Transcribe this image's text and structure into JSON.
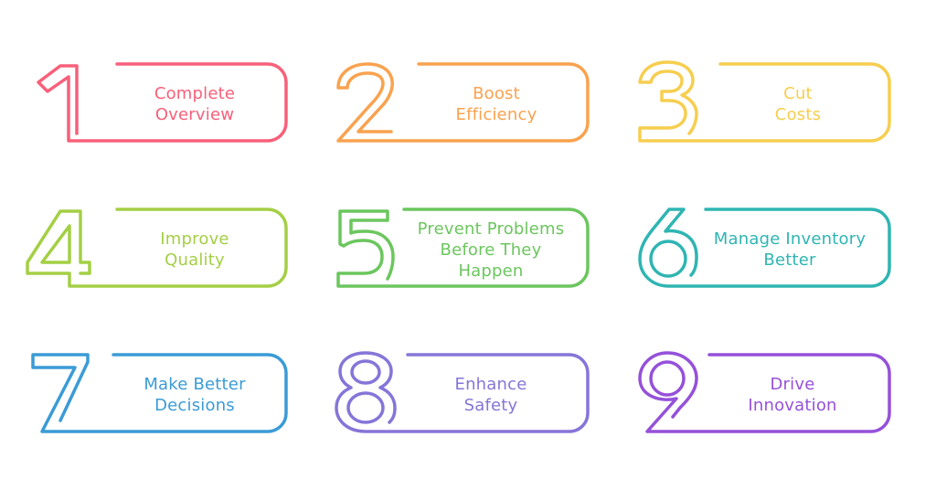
{
  "items": [
    {
      "number": "1",
      "line1": "Complete",
      "line2": "Overview",
      "line3": "",
      "color": "#F7607A"
    },
    {
      "number": "2",
      "line1": "Boost",
      "line2": "Efficiency",
      "line3": "",
      "color": "#F9A24E"
    },
    {
      "number": "3",
      "line1": "Cut",
      "line2": "Costs",
      "line3": "",
      "color": "#F6CE4F"
    },
    {
      "number": "4",
      "line1": "Improve",
      "line2": "Quality",
      "line3": "",
      "color": "#A4CF45"
    },
    {
      "number": "5",
      "line1": "Prevent Problems",
      "line2": "Before They",
      "line3": "Happen",
      "color": "#6CC65E"
    },
    {
      "number": "6",
      "line1": "Manage Inventory",
      "line2": "Better",
      "line3": "",
      "color": "#2FB5B2"
    },
    {
      "number": "7",
      "line1": "Make Better",
      "line2": "Decisions",
      "line3": "",
      "color": "#3A9BD6"
    },
    {
      "number": "8",
      "line1": "Enhance",
      "line2": "Safety",
      "line3": "",
      "color": "#8675D8"
    },
    {
      "number": "9",
      "line1": "Drive",
      "line2": "Innovation",
      "line3": "",
      "color": "#9551D9"
    }
  ]
}
